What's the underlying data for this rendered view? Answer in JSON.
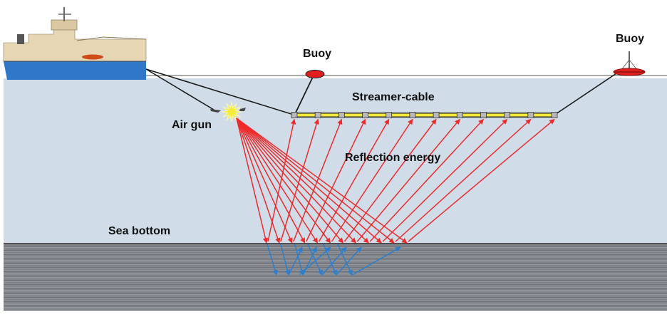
{
  "diagram": {
    "title": "Marine seismic reflection survey",
    "labels": {
      "buoy_middle": "Buoy",
      "buoy_right": "Buoy",
      "streamer_cable": "Streamer-cable",
      "air_gun": "Air gun",
      "reflection_energy": "Reflection energy",
      "sea_bottom": "Sea bottom"
    },
    "components": {
      "vessel": "survey-ship",
      "source": "air-gun",
      "receivers": "streamer-cable",
      "hydrophone_count": 12,
      "ray_count": 12,
      "subbottom_ray_count": 6
    },
    "colors": {
      "sky": "#ffffff",
      "water": "#d0dde9",
      "seabed": "#808286",
      "seabed_line": "#2a2a2a",
      "ship_hull": "#2f78c8",
      "ship_superstructure": "#e6d6b4",
      "buoy": "#e02020",
      "streamer_fill": "#f3ea3a",
      "hydrophone": "#b8b8b8",
      "cable": "#1a1a1a",
      "ray_incident": "#ee2a2a",
      "ray_subbottom": "#2a7fd0",
      "air_gun_flash": "#f5ec3c"
    }
  }
}
